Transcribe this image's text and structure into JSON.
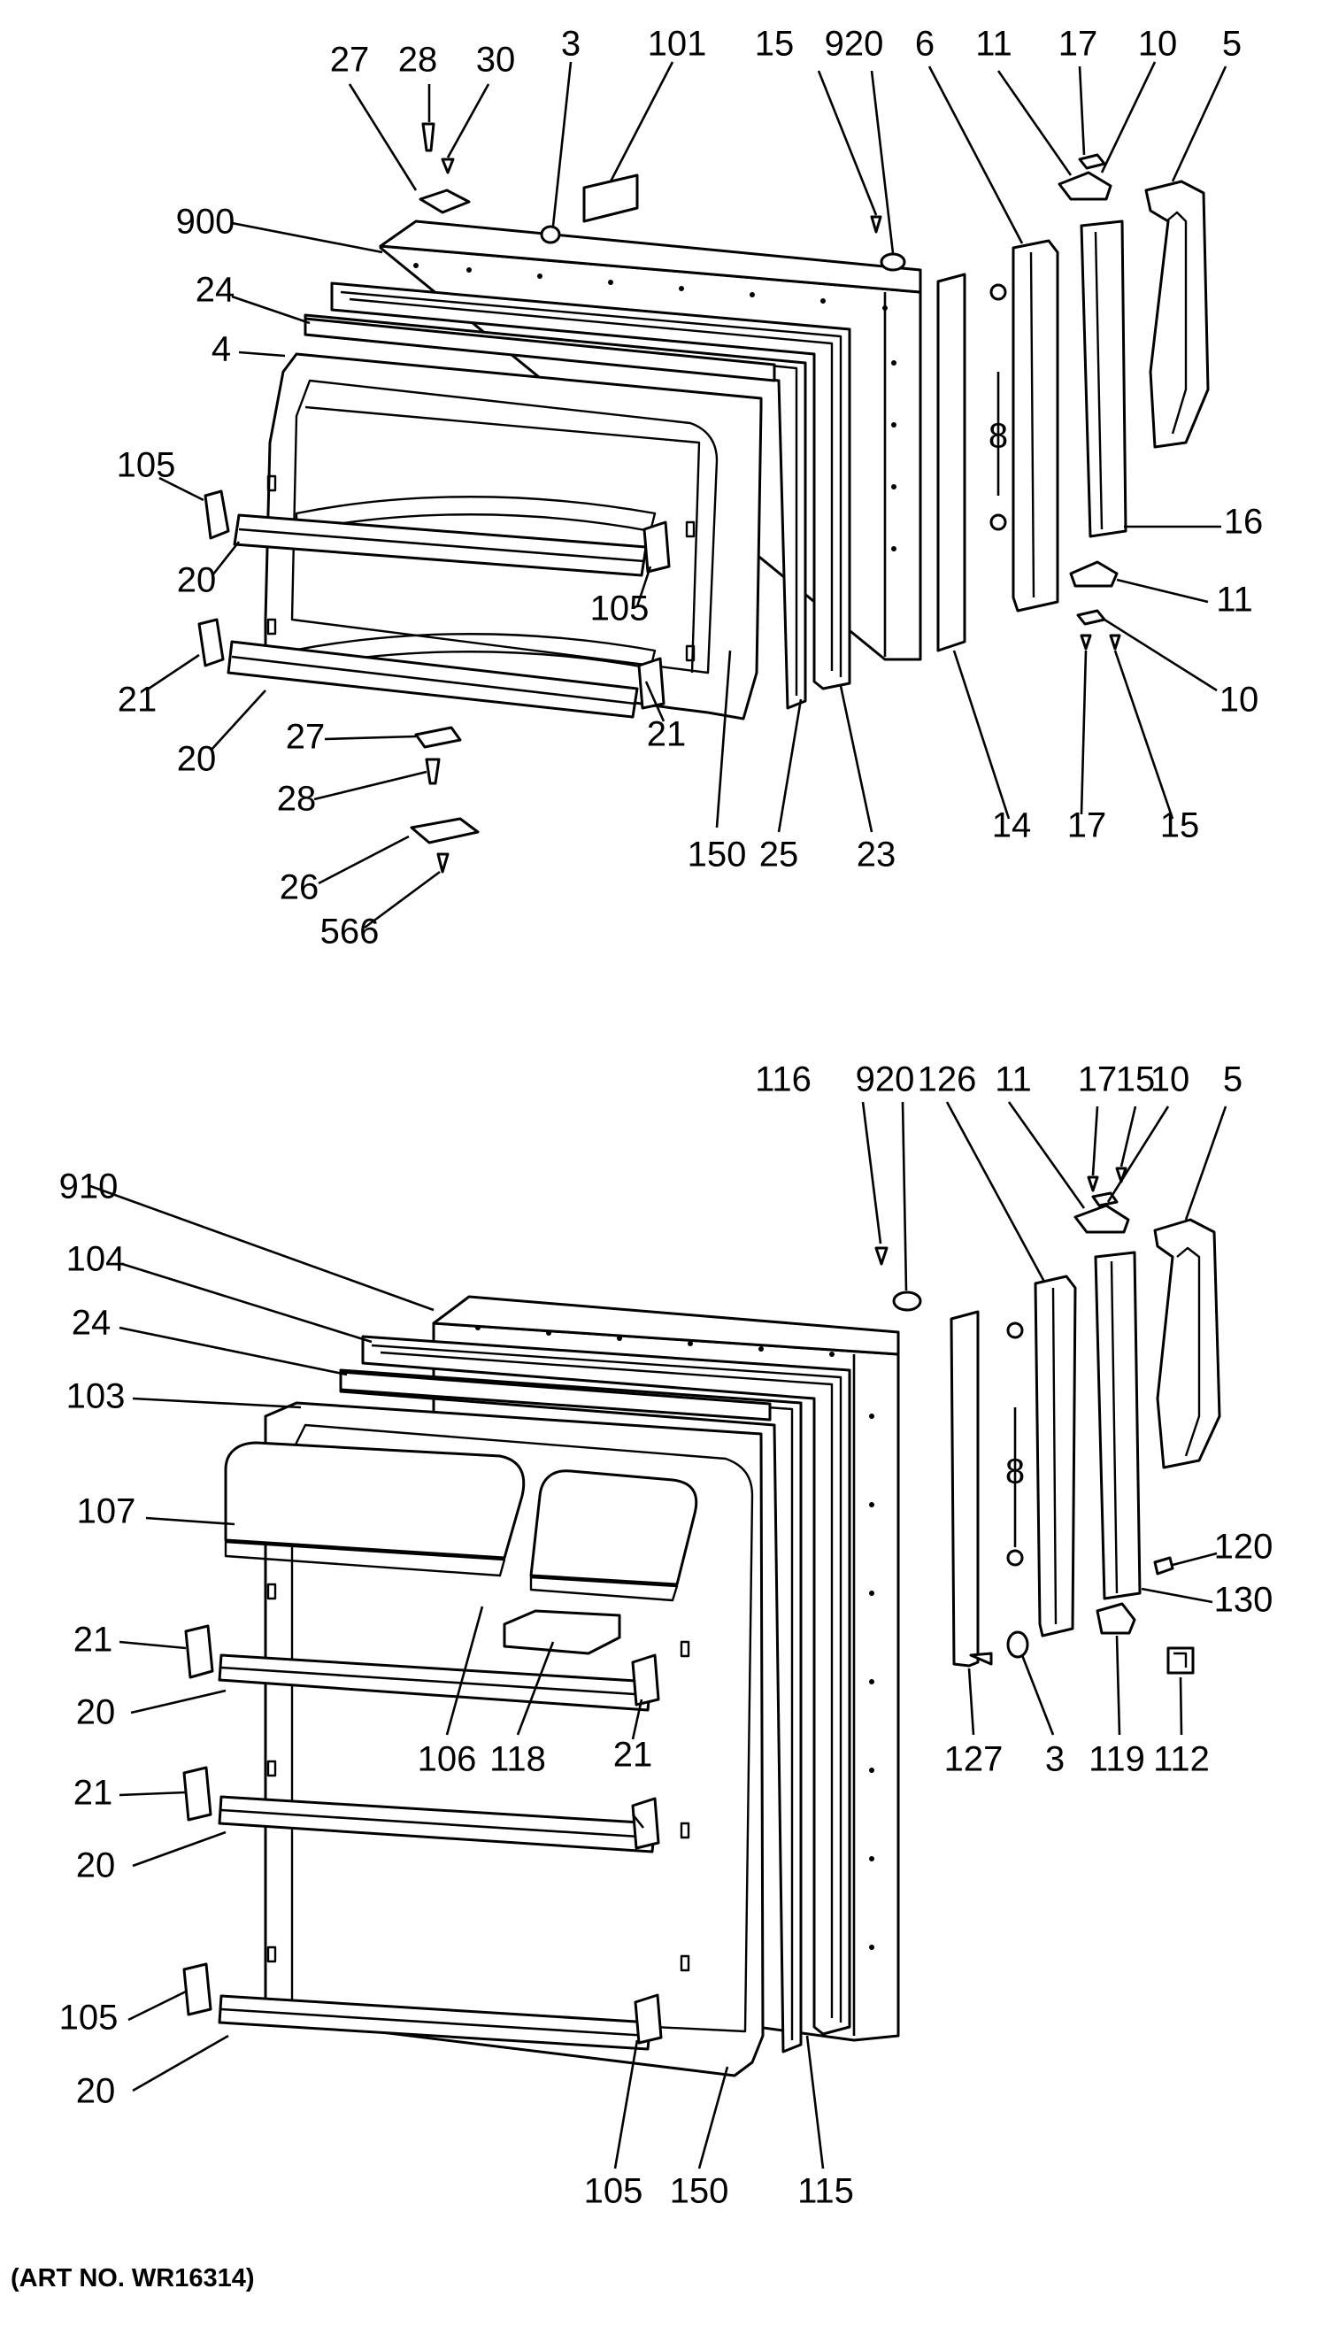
{
  "art_number": "(ART NO. WR16314)",
  "freezer_door": {
    "callouts": [
      "27",
      "28",
      "30",
      "3",
      "101",
      "15",
      "920",
      "6",
      "11",
      "17",
      "10",
      "5",
      "900",
      "24",
      "4",
      "105",
      "20",
      "16",
      "105",
      "11",
      "21",
      "10",
      "20",
      "21",
      "27",
      "28",
      "150",
      "25",
      "23",
      "14",
      "17",
      "15",
      "26",
      "566",
      "8"
    ]
  },
  "fresh_food_door": {
    "callouts": [
      "116",
      "920",
      "126",
      "11",
      "17",
      "15",
      "10",
      "5",
      "910",
      "104",
      "24",
      "103",
      "107",
      "8",
      "120",
      "130",
      "21",
      "20",
      "106",
      "118",
      "21",
      "127",
      "3",
      "119",
      "112",
      "21",
      "20",
      "105",
      "20",
      "105",
      "150",
      "115"
    ]
  }
}
